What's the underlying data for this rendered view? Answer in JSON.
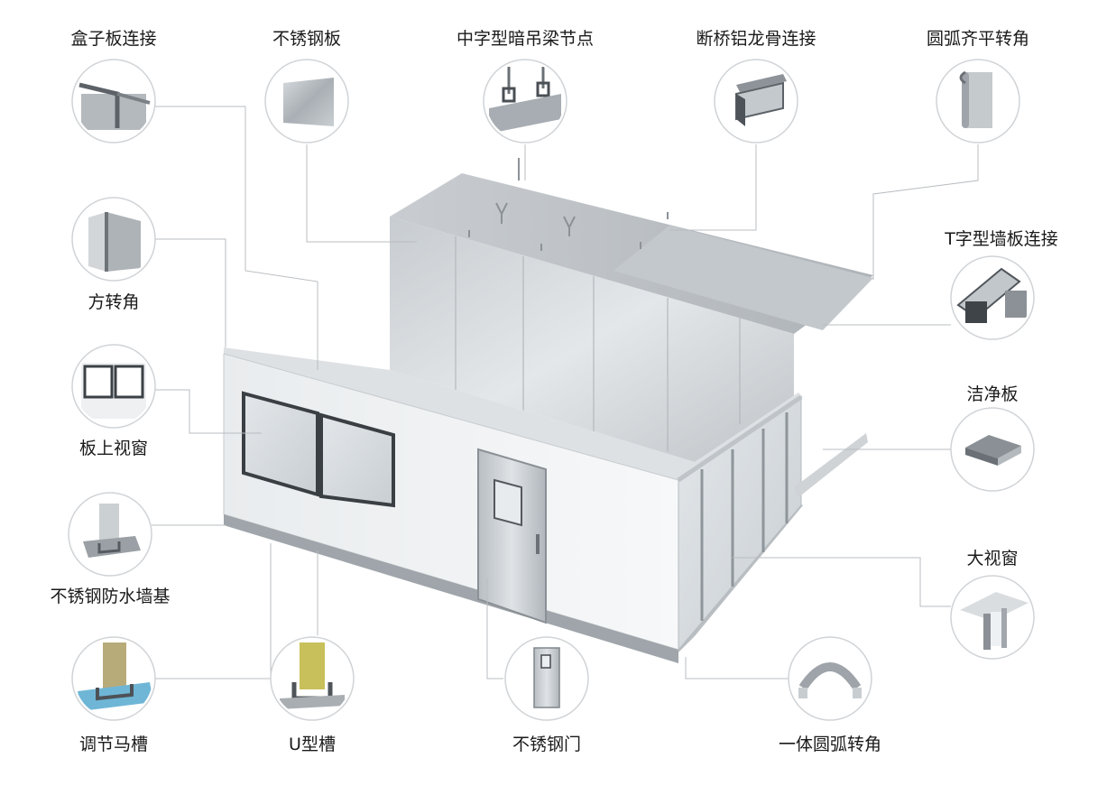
{
  "diagram": {
    "components": [
      {
        "id": "box-panel-joint",
        "label": "盒子板连接",
        "icon": "box-panel-joint-icon"
      },
      {
        "id": "stainless-panel",
        "label": "不锈钢板",
        "icon": "stainless-panel-icon"
      },
      {
        "id": "concealed-beam-node",
        "label": "中字型暗吊梁节点",
        "icon": "hanger-beam-icon"
      },
      {
        "id": "aluminum-keel-joint",
        "label": "断桥铝龙骨连接",
        "icon": "aluminum-profile-icon"
      },
      {
        "id": "arc-flush-corner",
        "label": "圆弧齐平转角",
        "icon": "arc-corner-icon"
      },
      {
        "id": "square-corner",
        "label": "方转角",
        "icon": "square-corner-icon"
      },
      {
        "id": "t-wall-joint",
        "label": "T字型墙板连接",
        "icon": "t-joint-icon"
      },
      {
        "id": "panel-window",
        "label": "板上视窗",
        "icon": "panel-window-icon"
      },
      {
        "id": "clean-panel",
        "label": "洁净板",
        "icon": "clean-panel-icon"
      },
      {
        "id": "stainless-waterproof-base",
        "label": "不锈钢防水墙基",
        "icon": "waterproof-base-icon"
      },
      {
        "id": "large-window",
        "label": "大视窗",
        "icon": "large-window-icon"
      },
      {
        "id": "adjust-channel",
        "label": "调节马槽",
        "icon": "adjust-channel-icon"
      },
      {
        "id": "u-channel",
        "label": "U型槽",
        "icon": "u-channel-icon"
      },
      {
        "id": "stainless-door",
        "label": "不锈钢门",
        "icon": "stainless-door-icon"
      },
      {
        "id": "integral-arc-corner",
        "label": "一体圆弧转角",
        "icon": "integral-arc-corner-icon"
      }
    ]
  }
}
